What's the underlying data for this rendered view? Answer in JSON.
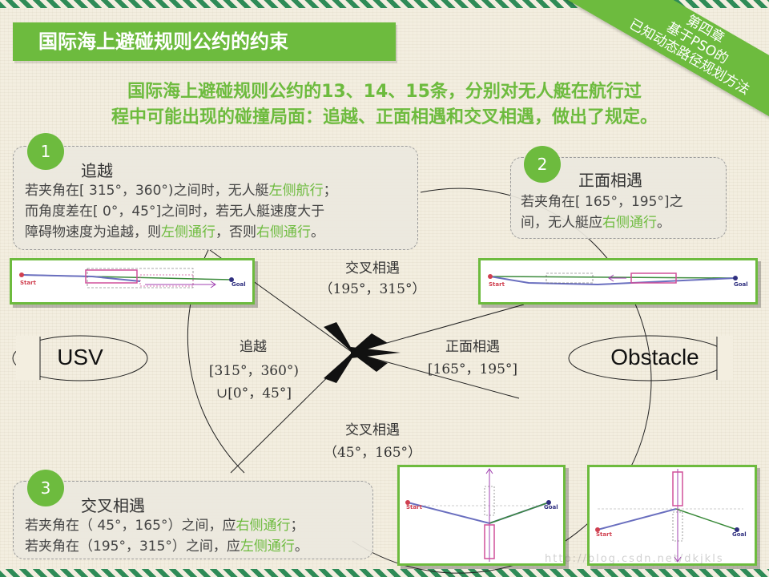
{
  "title": "国际海上避碰规则公约的约束",
  "chapter": {
    "line1": "第四章",
    "line2": "基于PSO的",
    "line3": "已知动态路径规划方法"
  },
  "headline": {
    "line1": "国际海上避碰规则公约的13、14、15条，分别对无人艇在航行过",
    "line2": "程中可能出现的碰撞局面：追越、正面相遇和交叉相遇，做出了规定。"
  },
  "card1": {
    "number": "1",
    "title": "追越",
    "line1a": "若夹角在[ 315°，360°)之间时，无人艇",
    "line1b": "左侧航行",
    "line1c": "；",
    "line2": "而角度差在[ 0°，45°]之间时，若无人艇速度大于",
    "line3a": "障碍物速度为追越，则",
    "line3b": "左侧通行",
    "line3c": "，否则",
    "line3d": "右侧通行",
    "line3e": "。"
  },
  "card2": {
    "number": "2",
    "title": "正面相遇",
    "line1": "若夹角在[ 165°，195°]之",
    "line2a": "间，无人艇应",
    "line2b": "右侧通行",
    "line2c": "。"
  },
  "card3": {
    "number": "3",
    "title": "交叉相遇",
    "line1a": "若夹角在（  45°，165°）之间，应",
    "line1b": "右侧通行",
    "line1c": "；",
    "line2a": "若夹角在（195°，315°）之间，应",
    "line2b": "左侧通行",
    "line2c": "。"
  },
  "diagram": {
    "usv": "USV",
    "obstacle": "Obstacle",
    "sector_overtake": {
      "name": "追越",
      "range1": "[315°，360°)",
      "range2": "∪[0°，45°]"
    },
    "sector_headon": {
      "name": "正面相遇",
      "range": "[165°，195°]"
    },
    "sector_cross_top": {
      "name": "交叉相遇",
      "range": "（195°，315°）"
    },
    "sector_cross_bottom": {
      "name": "交叉相遇",
      "range": "（45°，165°）"
    }
  },
  "panels": {
    "start": "Start",
    "goal": "Goal"
  },
  "colors": {
    "accent": "#6dbb3e",
    "path_blue": "#6a6fbf",
    "path_green": "#3a8a3a",
    "box": "#d0509a",
    "arrow": "#a040b0"
  },
  "watermark": "http://blog.csdn.net/dkjkls"
}
